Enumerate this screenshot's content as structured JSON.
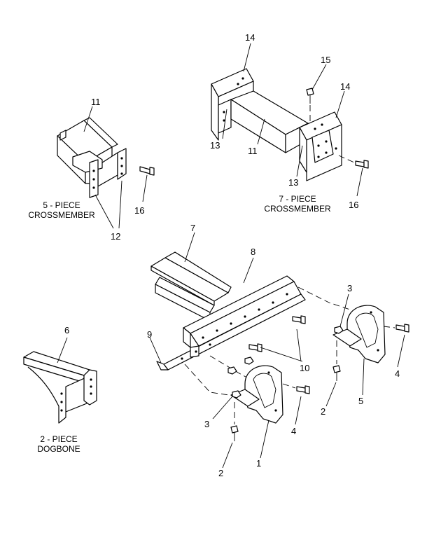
{
  "callouts": {
    "c1": "1",
    "c2a": "2",
    "c2b": "2",
    "c3a": "3",
    "c3b": "3",
    "c4a": "4",
    "c4b": "4",
    "c5": "5",
    "c6": "6",
    "c7": "7",
    "c8": "8",
    "c9": "9",
    "c10": "10",
    "c11a": "11",
    "c11b": "11",
    "c12": "12",
    "c13a": "13",
    "c13b": "13",
    "c14a": "14",
    "c14b": "14",
    "c15": "15",
    "c16a": "16",
    "c16b": "16"
  },
  "captions": {
    "five_piece_line1": "5 - PIECE",
    "five_piece_line2": "CROSSMEMBER",
    "seven_piece_line1": "7 - PIECE",
    "seven_piece_line2": "CROSSMEMBER",
    "two_piece_line1": "2 - PIECE",
    "two_piece_line2": "DOGBONE"
  }
}
